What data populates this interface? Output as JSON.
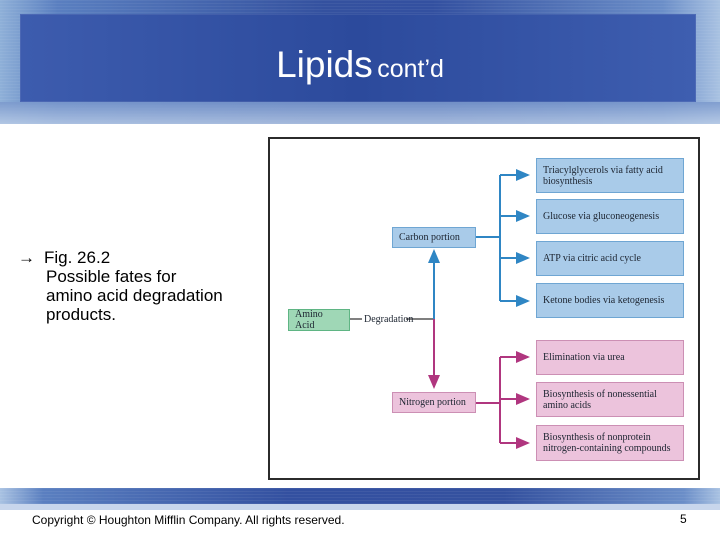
{
  "slide": {
    "title_main": "Lipids",
    "title_sub": "cont’d",
    "caption_arrow": "→",
    "caption_line1": "Fig. 26.2",
    "caption_line2": "Possible fates for",
    "caption_line3": "amino acid degradation",
    "caption_line4": "products.",
    "copyright": "Copyright © Houghton Mifflin Company. All rights reserved.",
    "page_number": "5"
  },
  "figure": {
    "source": "Amino Acid",
    "process": "Degradation",
    "carbon_portion": "Carbon portion",
    "nitrogen_portion": "Nitrogen portion",
    "carbon_fates": [
      "Triacylglycerols via fatty acid biosynthesis",
      "Glucose via gluconeogenesis",
      "ATP via citric acid cycle",
      "Ketone bodies via ketogenesis"
    ],
    "nitrogen_fates": [
      "Elimination via urea",
      "Biosynthesis of nonessential amino acids",
      "Biosynthesis of nonprotein nitrogen-containing compounds"
    ],
    "colors": {
      "carbon": "#2f86c4",
      "nitrogen": "#b0367f",
      "amino_acid": "#9fd7b6"
    }
  }
}
